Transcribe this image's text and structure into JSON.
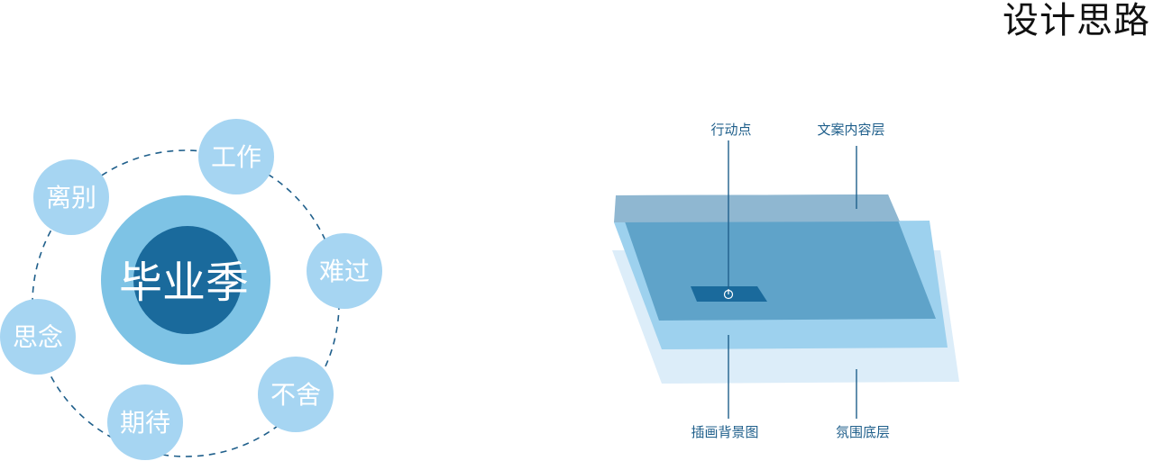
{
  "header": {
    "title": "设计思路"
  },
  "mindmap": {
    "center_label": "毕业季",
    "bubbles": [
      {
        "key": "work",
        "label": "工作"
      },
      {
        "key": "farewell",
        "label": "离别"
      },
      {
        "key": "hard",
        "label": "难过"
      },
      {
        "key": "miss",
        "label": "思念"
      },
      {
        "key": "reluctant",
        "label": "不舍"
      },
      {
        "key": "expect",
        "label": "期待"
      }
    ]
  },
  "layers": {
    "labels": {
      "action_point": "行动点",
      "copy_layer": "文案内容层",
      "illustration_bg": "插画背景图",
      "atmosphere_base": "氛围底层"
    }
  },
  "colors": {
    "bubble": "#a6d5f2",
    "center_outer": "#7ec3e5",
    "center_inner": "#1a6a9c",
    "ring": "#1f5f8b",
    "label": "#1f5f8b",
    "layer_top": "#8fb7d1",
    "layer_mid": "#5fa3c9",
    "layer_light": "#9dd1ee",
    "layer_base": "#dcedf9",
    "button": "#1a6a9c"
  }
}
